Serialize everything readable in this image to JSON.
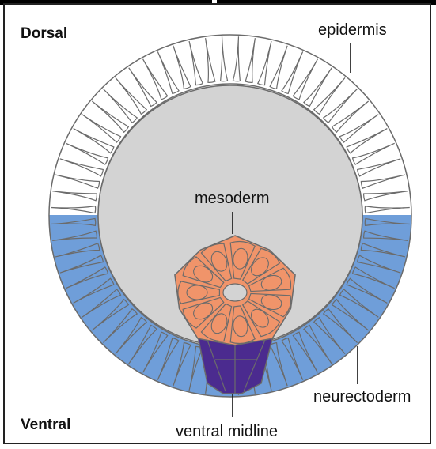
{
  "labels": {
    "dorsal": "Dorsal",
    "ventral": "Ventral",
    "epidermis": "epidermis",
    "mesoderm": "mesoderm",
    "neurectoderm": "neurectoderm",
    "ventral_midline": "ventral midline"
  },
  "colors": {
    "epidermis": "#ffffff",
    "neurectoderm": "#6f9ed9",
    "mesoderm": "#f0946a",
    "ventral_midline": "#4b2b8f",
    "cavity": "#d3d3d3",
    "outline": "#6b6b6b"
  }
}
